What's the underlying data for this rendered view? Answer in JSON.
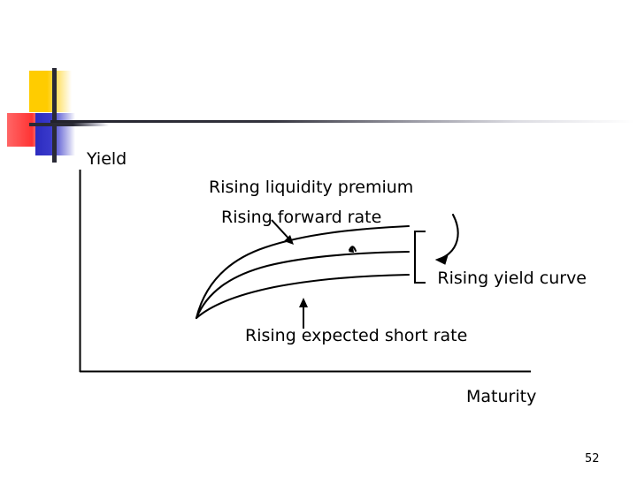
{
  "slide": {
    "page_number": "52",
    "decoration": {
      "yellow": "#FFCC00",
      "red": "#FF3333",
      "blue": "#3A3ACB",
      "bar": "#2A2A35"
    }
  },
  "chart_data": {
    "type": "line",
    "title": "",
    "xlabel": "Maturity",
    "ylabel": "Yield",
    "grid": false,
    "legend": "none",
    "axis_color": "#000000",
    "x": [
      0,
      0.1,
      0.25,
      0.45,
      0.7,
      1.0
    ],
    "series": [
      {
        "name": "Rising forward rate",
        "values": [
          0.02,
          0.33,
          0.55,
          0.71,
          0.82,
          0.88
        ]
      },
      {
        "name": "Rising liquidity premium",
        "values": [
          0.02,
          0.24,
          0.42,
          0.56,
          0.66,
          0.71
        ]
      },
      {
        "name": "Rising expected short rate",
        "values": [
          0.02,
          0.15,
          0.28,
          0.4,
          0.49,
          0.54
        ]
      }
    ],
    "annotations": [
      "Rising liquidity premium",
      "Rising forward rate",
      "Rising expected short rate",
      "Rising yield curve"
    ]
  },
  "labels": {
    "yield": "Yield",
    "liquidity_premium": "Rising liquidity premium",
    "forward_rate": "Rising forward rate",
    "expected_short_rate": "Rising expected short rate",
    "yield_curve": "Rising yield curve",
    "maturity": "Maturity"
  }
}
